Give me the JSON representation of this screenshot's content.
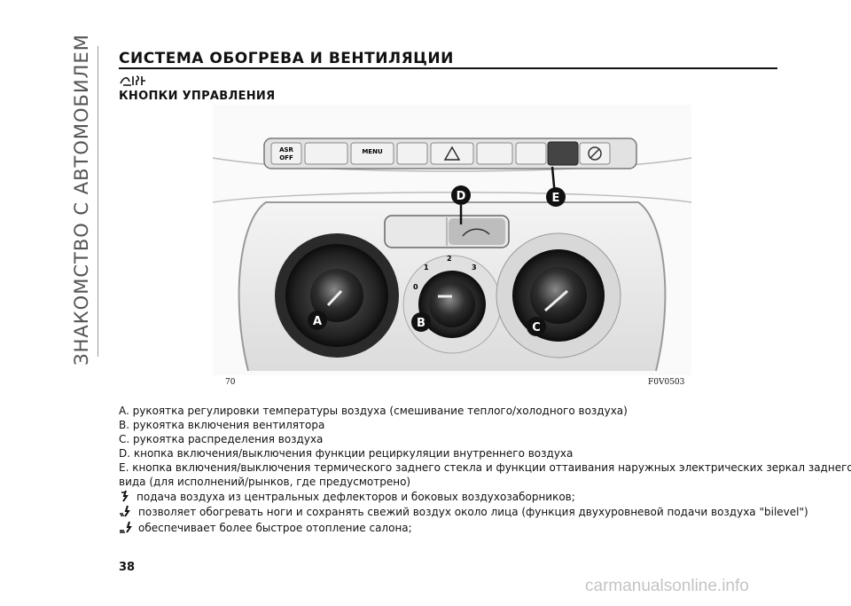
{
  "sidebar": {
    "section_label": "ЗНАКОМСТВО С АВТОМОБИЛЕМ"
  },
  "header": {
    "title": "СИСТЕМА ОБОГРЕВА И ВЕНТИЛЯЦИИ",
    "subtitle": "КНОПКИ УПРАВЛЕНИЯ"
  },
  "figure": {
    "number": "70",
    "code": "F0V0503",
    "button_labels": {
      "asr_top": "ASR",
      "asr_bottom": "OFF",
      "menu": "MENU"
    },
    "callouts": {
      "a": "A",
      "b": "B",
      "c": "C",
      "d": "D",
      "e": "E"
    },
    "fan_scale": {
      "s0": "0",
      "s1": "1",
      "s2": "2",
      "s3": "3"
    }
  },
  "descriptions": [
    "A. рукоятка регулировки температуры воздуха (смешивание теплого/холодного воздуха)",
    "B. рукоятка включения вентилятора",
    "C. рукоятка распределения воздуха",
    "D. кнопка включения/выключения функции рециркуляции внутреннего воздуха",
    "E. кнопка включения/выключения термического заднего стекла и функции оттаивания наружных электрических зеркал заднего",
    "вида (для исполнений/рынков, где предусмотрено)"
  ],
  "air_modes": [
    {
      "icon": "face-vent-icon",
      "text": "подача воздуха из центральных дефлекторов и боковых воздухозаборников;"
    },
    {
      "icon": "bilevel-vent-icon",
      "text": "позволяет обогревать ноги и сохранять свежий воздух около лица (функция двухуровневой подачи воздуха \"bilevel\")"
    },
    {
      "icon": "foot-vent-icon",
      "text": "обеспечивает более быстрое отопление салона;"
    }
  ],
  "page": {
    "number": "38"
  },
  "watermark": "carmanualsonline.info"
}
